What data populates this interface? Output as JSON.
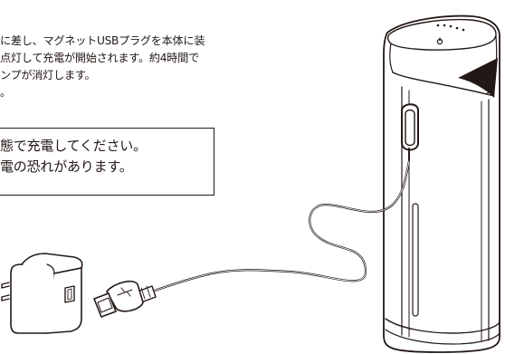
{
  "instructions": {
    "lines": [
      "に差し、マグネットUSBプラグを本体に装",
      "点灯して充電が開始されます。約4時間で",
      "ンプが消灯します。",
      "。"
    ]
  },
  "caution": {
    "line1": "態で充電してください。",
    "line2": "電の恐れがあります。"
  },
  "colors": {
    "ink": "#231815",
    "background": "#ffffff"
  },
  "illustration": {
    "icons": [
      "ac-adapter-icon",
      "usb-plug-icon",
      "usb-cable-icon",
      "magnetic-usb-plug-icon",
      "device-body-icon",
      "power-button-icon",
      "indicator-lamp-icon"
    ]
  }
}
